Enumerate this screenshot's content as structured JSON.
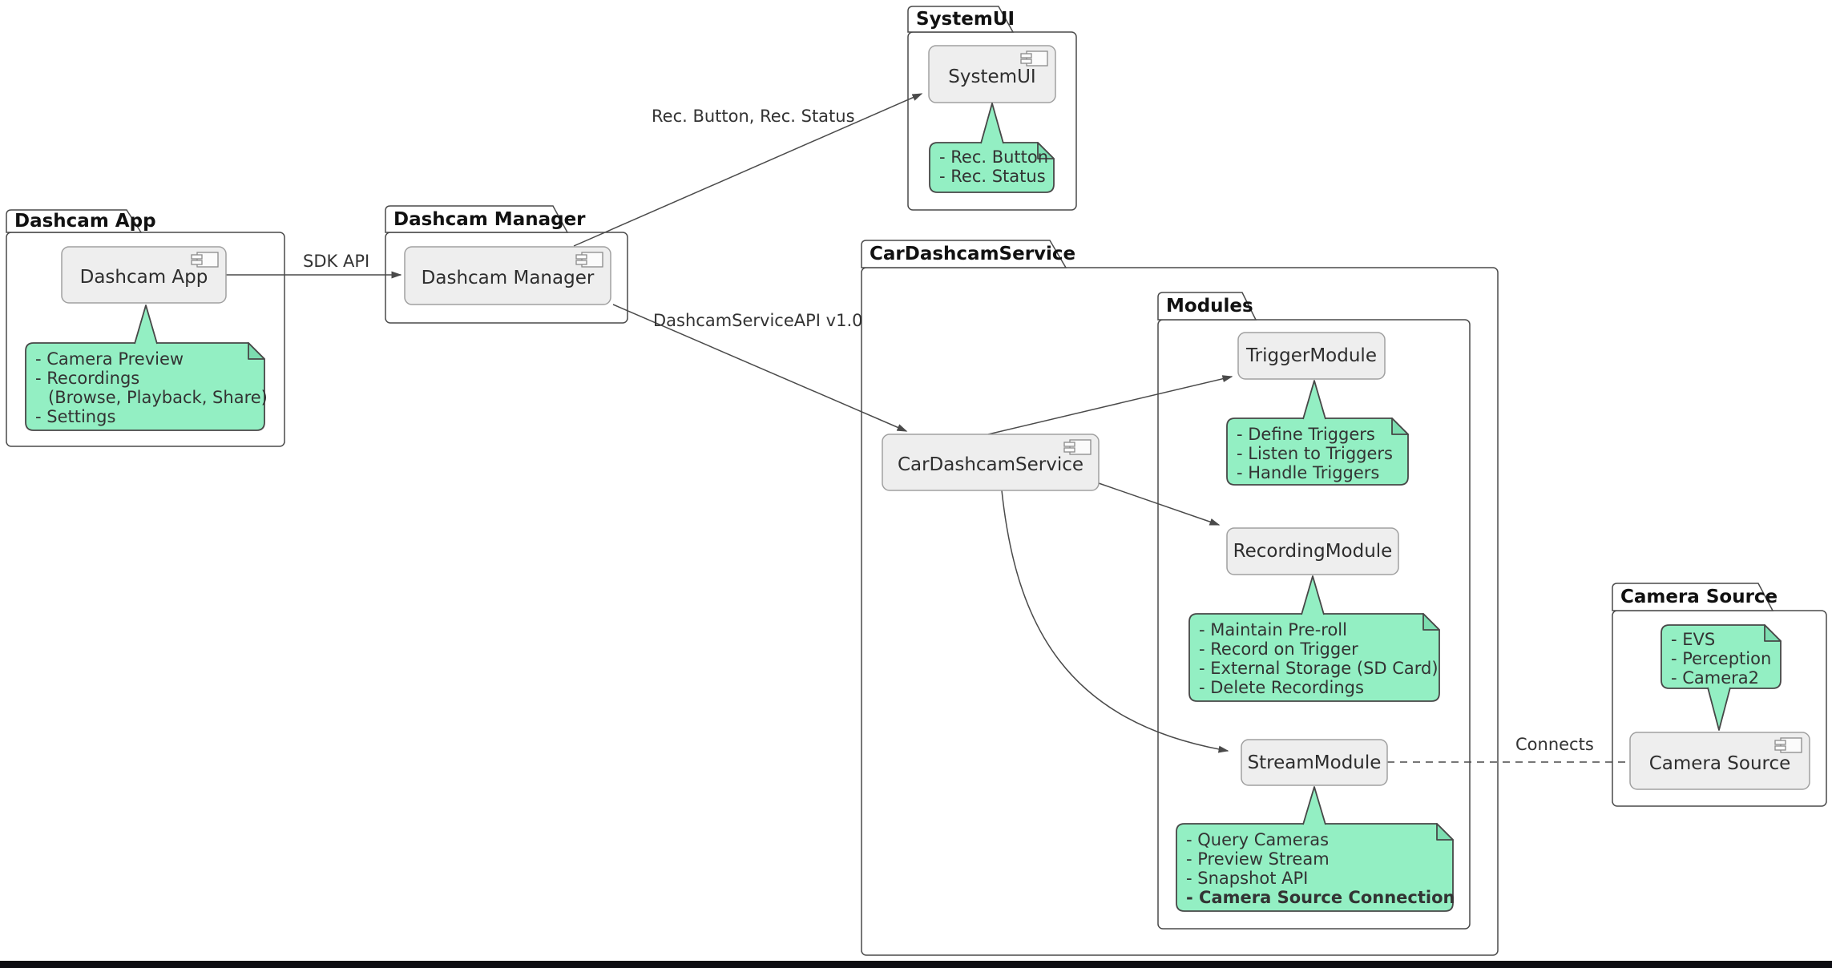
{
  "colors": {
    "background": "#FFFFFF",
    "note_fill": "#93EFC3",
    "note_fold": "#7CDDB0",
    "note_border": "#474747",
    "component_fill": "#EEEEEE",
    "component_border": "#A0A0A0",
    "package_fill": "#FFFFFF",
    "package_border": "#4A4A4A",
    "line": "#4A4A4A",
    "text": "#2E2E2E",
    "bottom_bar": "#0D0D12"
  },
  "packages": {
    "dashcam_app": {
      "title": "Dashcam App"
    },
    "dashcam_manager": {
      "title": "Dashcam Manager"
    },
    "systemui": {
      "title": "SystemUI"
    },
    "car_dashcam_service": {
      "title": "CarDashcamService"
    },
    "modules": {
      "title": "Modules"
    },
    "camera_source": {
      "title": "Camera Source"
    }
  },
  "components": {
    "dashcam_app": "Dashcam App",
    "dashcam_manager": "Dashcam Manager",
    "systemui": "SystemUI",
    "car_dashcam_service": "CarDashcamService",
    "trigger_module": "TriggerModule",
    "recording_module": "RecordingModule",
    "stream_module": "StreamModule",
    "camera_source": "Camera Source"
  },
  "notes": {
    "dashcam_app": {
      "lines": [
        "- Camera Preview",
        "- Recordings",
        "(Browse, Playback, Share)",
        "- Settings"
      ]
    },
    "systemui": {
      "lines": [
        "- Rec. Button",
        "- Rec. Status"
      ]
    },
    "trigger_module": {
      "lines": [
        "- Define Triggers",
        "- Listen to Triggers",
        "- Handle Triggers"
      ]
    },
    "recording_module": {
      "lines": [
        "- Maintain Pre-roll",
        "- Record on Trigger",
        "- External Storage (SD Card)",
        "- Delete Recordings"
      ]
    },
    "stream_module": {
      "lines": [
        "- Query Cameras",
        "- Preview Stream",
        "- Snapshot API",
        "- Camera Source Connection"
      ]
    },
    "camera_source": {
      "lines": [
        "- EVS",
        "- Perception",
        "- Camera2"
      ]
    }
  },
  "edge_labels": {
    "sdk_api": "SDK API",
    "rec_button_status": "Rec. Button, Rec. Status",
    "dashcam_service_api": "DashcamServiceAPI v1.0",
    "connects": "Connects"
  }
}
